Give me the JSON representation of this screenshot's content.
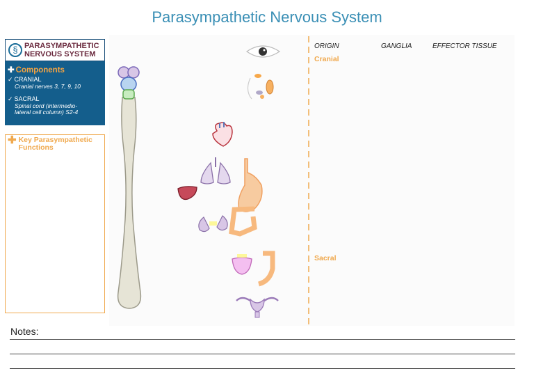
{
  "title": "Parasympathetic Nervous System",
  "logo": {
    "line1": "PARASYMPATHETIC",
    "line2": "NERVOUS SYSTEM",
    "icon": "nerve-logo-icon"
  },
  "components": {
    "heading": "Components",
    "cranial": {
      "label": "CRANIAL",
      "detail": "Cranial nerves 3, 7, 9, 10"
    },
    "sacral": {
      "label": "SACRAL",
      "detail_line1": "Spinal cord (intermedio-",
      "detail_line2": "lateral cell column) S2-4"
    }
  },
  "key_functions": {
    "line1": "Key Parasympathetic",
    "line2": "Functions"
  },
  "columns": {
    "origin": "ORIGIN",
    "ganglia": "GANGLIA",
    "effector": "EFFECTOR TISSUE"
  },
  "sections": {
    "cranial": "Cranial",
    "sacral": "Sacral"
  },
  "notes_label": "Notes:",
  "colors": {
    "title": "#3a8fb5",
    "accent": "#f0a94e",
    "panel": "#145e8c",
    "organ_orange": "#f7b97e",
    "organ_purple": "#d8c6e6",
    "heart_red": "#b8323c"
  },
  "icons": [
    "eye-icon",
    "salivary-glands-icon",
    "heart-icon",
    "lungs-icon",
    "liver-icon",
    "stomach-icon",
    "intestine-icon",
    "kidneys-icon",
    "bladder-icon",
    "colon-icon",
    "reproductive-organs-icon",
    "spinal-cord-icon",
    "brainstem-icon"
  ]
}
